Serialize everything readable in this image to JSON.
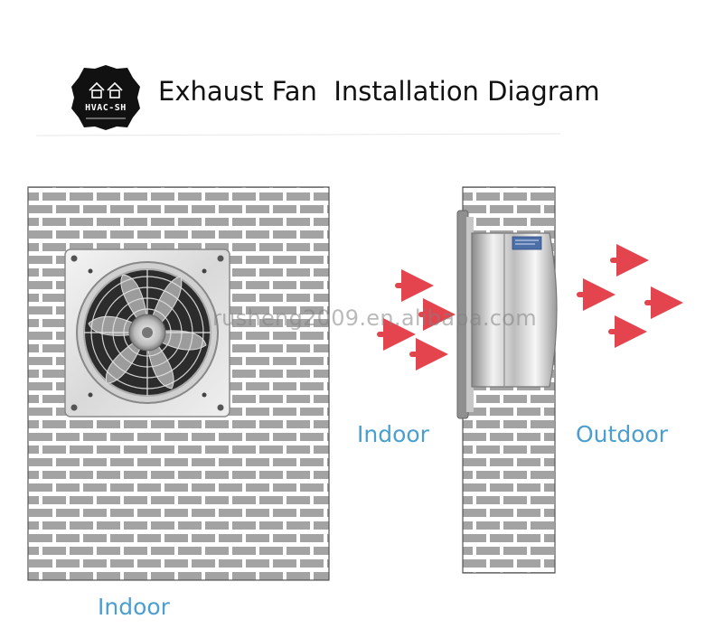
{
  "header": {
    "logo_text": "HVAC-SH",
    "title": "Exhaust Fan  Installation Diagram"
  },
  "labels": {
    "front_indoor": "Indoor",
    "side_indoor": "Indoor",
    "side_outdoor": "Outdoor"
  },
  "watermark": "rusheng2009.en.alibaba.com",
  "colors": {
    "label_blue": "#4a9fd0",
    "brick": "#a3a3a3",
    "mortar": "#ffffff",
    "arrow_red": "#e0303a"
  },
  "icons": [
    "house-icon",
    "fan-icon",
    "airflow-arrow-icon"
  ]
}
